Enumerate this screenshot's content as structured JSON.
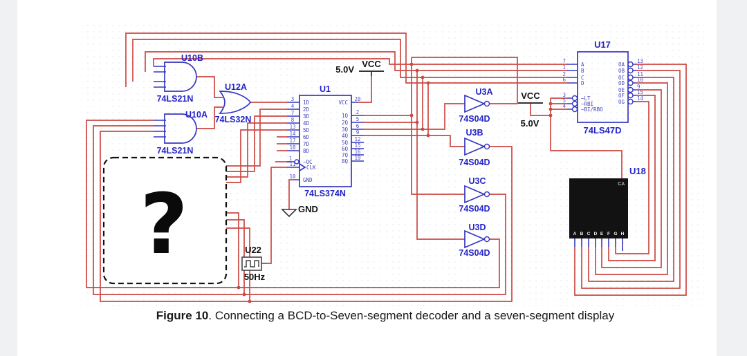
{
  "figure": {
    "caption_label": "Figure 10",
    "caption_text": ". Connecting a BCD-to-Seven-segment decoder and a seven-segment display"
  },
  "colors": {
    "wire": "#cc4843",
    "component": "#3535c0",
    "label": "#2424c8",
    "display_fill": "#111111"
  },
  "power": {
    "vcc1": {
      "name": "VCC",
      "voltage": "5.0V"
    },
    "vcc2": {
      "name": "VCC",
      "voltage": "5.0V"
    },
    "gnd": {
      "name": "GND"
    }
  },
  "clock": {
    "ref": "U22",
    "freq": "50Hz"
  },
  "mystery": {
    "symbol": "?"
  },
  "gates": {
    "u10b": {
      "ref": "U10B",
      "part": "74LS21N"
    },
    "u10a": {
      "ref": "U10A",
      "part": "74LS21N"
    },
    "u12a": {
      "ref": "U12A",
      "part": "74LS32N"
    }
  },
  "inverters": {
    "u3a": {
      "ref": "U3A",
      "part": "74S04D"
    },
    "u3b": {
      "ref": "U3B",
      "part": "74S04D"
    },
    "u3c": {
      "ref": "U3C",
      "part": "74S04D"
    },
    "u3d": {
      "ref": "U3D",
      "part": "74S04D"
    }
  },
  "u1": {
    "ref": "U1",
    "part": "74LS374N",
    "left": [
      {
        "n": "3",
        "p": "1D"
      },
      {
        "n": "4",
        "p": "2D"
      },
      {
        "n": "7",
        "p": "3D"
      },
      {
        "n": "8",
        "p": "4D"
      },
      {
        "n": "13",
        "p": "5D"
      },
      {
        "n": "14",
        "p": "6D"
      },
      {
        "n": "17",
        "p": "7D"
      },
      {
        "n": "18",
        "p": "8D"
      },
      {
        "n": "1",
        "p": "~OC"
      },
      {
        "n": "11",
        "p": "CLK"
      },
      {
        "n": "10",
        "p": "GND"
      }
    ],
    "right": [
      {
        "n": "20",
        "p": "VCC"
      },
      {
        "n": "2",
        "p": "1Q"
      },
      {
        "n": "5",
        "p": "2Q"
      },
      {
        "n": "6",
        "p": "3Q"
      },
      {
        "n": "9",
        "p": "4Q"
      },
      {
        "n": "12",
        "p": "5Q"
      },
      {
        "n": "15",
        "p": "6Q"
      },
      {
        "n": "16",
        "p": "7Q"
      },
      {
        "n": "19",
        "p": "8Q"
      }
    ]
  },
  "u17": {
    "ref": "U17",
    "part": "74LS47D",
    "left": [
      {
        "n": "7",
        "p": "A"
      },
      {
        "n": "1",
        "p": "B"
      },
      {
        "n": "2",
        "p": "C"
      },
      {
        "n": "6",
        "p": "D"
      },
      {
        "n": "3",
        "p": "~LT"
      },
      {
        "n": "5",
        "p": "~RBI"
      },
      {
        "n": "4",
        "p": "~BI/RBO"
      }
    ],
    "right": [
      {
        "n": "13",
        "p": "OA"
      },
      {
        "n": "12",
        "p": "OB"
      },
      {
        "n": "11",
        "p": "OC"
      },
      {
        "n": "10",
        "p": "OD"
      },
      {
        "n": "9",
        "p": "OE"
      },
      {
        "n": "15",
        "p": "OF"
      },
      {
        "n": "14",
        "p": "OG"
      }
    ]
  },
  "u18": {
    "ref": "U18",
    "corner": "CA",
    "pins": [
      "A",
      "B",
      "C",
      "D",
      "E",
      "F",
      "G",
      "H"
    ]
  }
}
